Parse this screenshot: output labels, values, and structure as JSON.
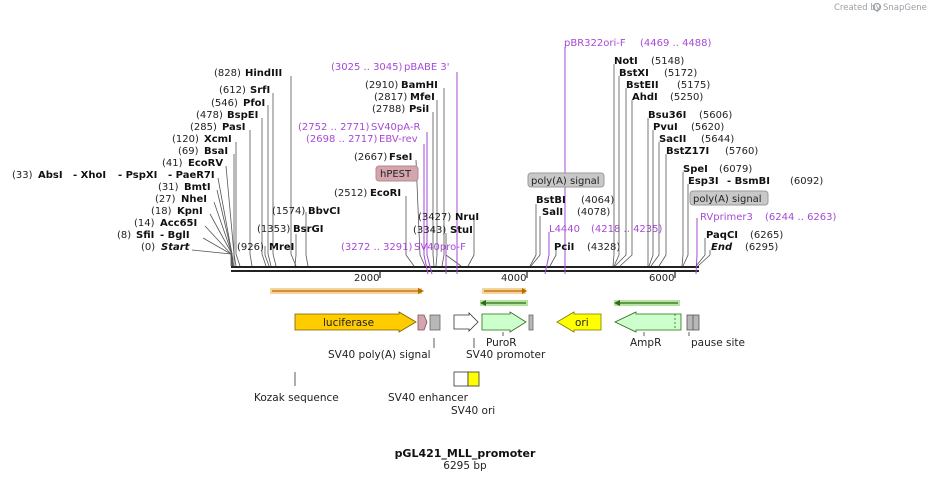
{
  "credit": "Created by",
  "brand": "SnapGene",
  "title": "pGL421_MLL_promoter",
  "length": "6295 bp",
  "ruler": [
    "2000",
    "4000",
    "6000"
  ],
  "sites_left": [
    {
      "pos": "(828)",
      "name": "HindIII"
    },
    {
      "pos": "(612)",
      "name": "SrfI"
    },
    {
      "pos": "(546)",
      "name": "PfoI"
    },
    {
      "pos": "(478)",
      "name": "BspEI"
    },
    {
      "pos": "(285)",
      "name": "PasI"
    },
    {
      "pos": "(120)",
      "name": "XcmI"
    },
    {
      "pos": "(69)",
      "name": "BsaI"
    },
    {
      "pos": "(41)",
      "name": "EcoRV"
    },
    {
      "pos": "(31)",
      "name": "BmtI"
    },
    {
      "pos": "(27)",
      "name": "NheI"
    },
    {
      "pos": "(18)",
      "name": "KpnI"
    },
    {
      "pos": "(14)",
      "name": "Acc65I"
    }
  ],
  "site_multi_1": {
    "pos": "(33)",
    "a": "AbsI",
    "b": "- XhoI",
    "c": "- PspXI",
    "d": "- PaeR7I"
  },
  "site_multi_2": {
    "pos": "(8)",
    "a": "SfiI",
    "b": "- BglI"
  },
  "site_start": {
    "pos": "(0)",
    "name": "Start"
  },
  "sites_lower": [
    {
      "pos": "(926)",
      "name": "MreI"
    },
    {
      "pos": "(1353)",
      "name": "BsrGI"
    },
    {
      "pos": "(1574)",
      "name": "BbvCI"
    }
  ],
  "sites_mid": [
    {
      "pos": "(2910)",
      "name": "BamHI"
    },
    {
      "pos": "(2817)",
      "name": "MfeI"
    },
    {
      "pos": "(2788)",
      "name": "PsiI"
    },
    {
      "pos": "(2667)",
      "name": "FseI"
    },
    {
      "pos": "(2512)",
      "name": "EcoRI"
    },
    {
      "pos": "(3427)",
      "name": "NruI"
    },
    {
      "pos": "(3343)",
      "name": "StuI"
    }
  ],
  "primers": {
    "pbabe": {
      "range": "(3025 .. 3045)",
      "name": "pBABE 3'"
    },
    "sv40pa": {
      "range": "(2752 .. 2771)",
      "name": "SV40pA-R"
    },
    "ebv": {
      "range": "(2698 .. 2717)",
      "name": "EBV-rev"
    },
    "sv40pro": {
      "range": "(3272 .. 3291)",
      "name": "SV40pro-F"
    },
    "pbr": {
      "name": "pBR322ori-F",
      "range": "(4469 .. 4488)"
    },
    "l4440": {
      "name": "L4440",
      "range": "(4218 .. 4235)"
    },
    "rv": {
      "name": "RVprimer3",
      "range": "(6244 .. 6263)"
    }
  },
  "hpest": "hPEST",
  "polya_box1": "poly(A) signal",
  "polya_box2": "poly(A) signal",
  "sites_right_mid": [
    {
      "name": "BstBI",
      "pos": "(4064)"
    },
    {
      "name": "SalI",
      "pos": "(4078)"
    },
    {
      "name": "PciI",
      "pos": "(4328)"
    }
  ],
  "sites_right": [
    {
      "name": "NotI",
      "pos": "(5148)"
    },
    {
      "name": "BstXI",
      "pos": "(5172)"
    },
    {
      "name": "BstEII",
      "pos": "(5175)"
    },
    {
      "name": "AhdI",
      "pos": "(5250)"
    },
    {
      "name": "Bsu36I",
      "pos": "(5606)"
    },
    {
      "name": "PvuI",
      "pos": "(5620)"
    },
    {
      "name": "SacII",
      "pos": "(5644)"
    },
    {
      "name": "BstZ17I",
      "pos": "(5760)"
    },
    {
      "name": "SpeI",
      "pos": "(6079)"
    }
  ],
  "site_right_multi": {
    "a": "Esp3I",
    "b": "- BsmBI",
    "pos": "(6092)"
  },
  "site_paqci": {
    "name": "PaqCI",
    "pos": "(6265)"
  },
  "site_end": {
    "name": "End",
    "pos": "(6295)"
  },
  "features": {
    "luciferase": "luciferase",
    "puror": "PuroR",
    "ori": "ori",
    "ampr": "AmpR",
    "sv40_polya": "SV40 poly(A) signal",
    "sv40_promoter": "SV40 promoter",
    "pause": "pause site",
    "kozak": "Kozak sequence",
    "sv40_enh": "SV40 enhancer",
    "sv40_ori": "SV40 ori"
  },
  "colors": {
    "luciferase": "#ffcc00",
    "puror": "#ccffcc",
    "ori": "#ffff00",
    "ampr": "#ccffcc",
    "primer": "#a64ad6",
    "orange_arrow": "#f0b060",
    "green_arrow": "#b5e3a0"
  }
}
